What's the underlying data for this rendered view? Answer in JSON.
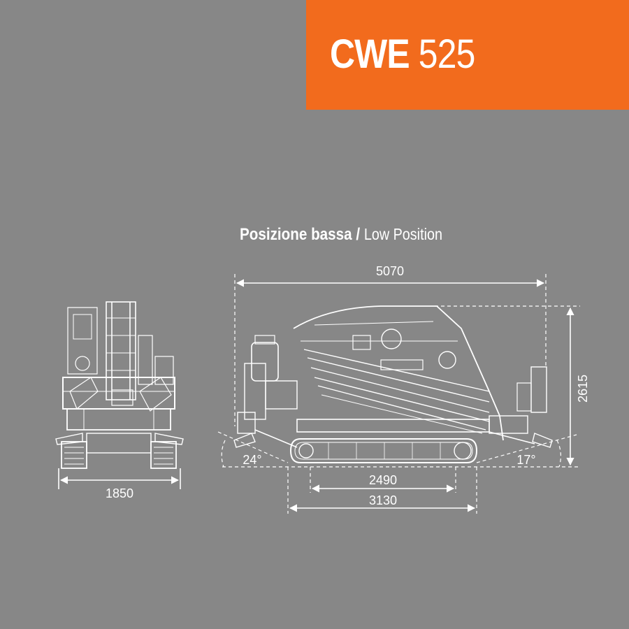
{
  "header": {
    "model": "CWE",
    "number": "525",
    "accent_color": "#f26b1d"
  },
  "subtitle": {
    "italian": "Posizione bassa",
    "separator": "/",
    "english": "Low Position"
  },
  "dimensions": {
    "overall_length": "5070",
    "height": "2615",
    "width": "1850",
    "track_inner": "2490",
    "track_outer": "3130",
    "angle_front": "24°",
    "angle_rear": "17°"
  },
  "colors": {
    "background": "#878787",
    "line": "#ffffff"
  }
}
